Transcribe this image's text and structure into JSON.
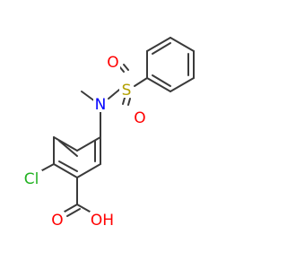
{
  "molecule": {
    "atoms": {
      "oxygen_1": "O",
      "sulfur": "S",
      "oxygen_2": "O",
      "nitrogen": "N",
      "chlorine": "Cl",
      "oxygen_carbonyl": "O",
      "hydroxyl": "OH"
    },
    "colors": {
      "bond": "#3a3a3a",
      "oxygen": "#ff0000",
      "sulfur": "#b2a000",
      "nitrogen": "#0000ff",
      "chlorine": "#22b222"
    }
  }
}
